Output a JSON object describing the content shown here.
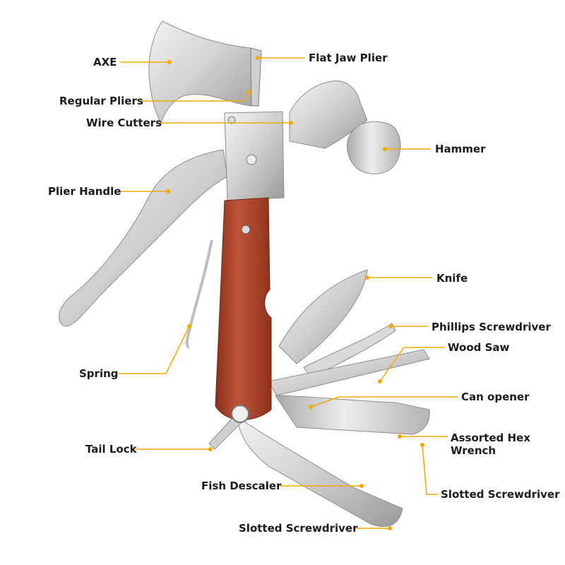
{
  "labels": {
    "axe": "AXE",
    "flat_jaw_plier": "Flat Jaw Plier",
    "regular_pliers": "Regular Pliers",
    "wire_cutters": "Wire Cutters",
    "hammer": "Hammer",
    "plier_handle": "Plier Handle",
    "knife": "Knife",
    "phillips_screwdriver": "Phillips Screwdriver",
    "wood_saw": "Wood Saw",
    "spring": "Spring",
    "can_opener": "Can opener",
    "assorted_hex_wrench_line1": "Assorted Hex",
    "assorted_hex_wrench_line2": "Wrench",
    "tail_lock": "Tail Lock",
    "slotted_screwdriver_right": "Slotted Screwdriver",
    "fish_descaler": "Fish Descaler",
    "slotted_screwdriver_bottom": "Slotted Screwdriver"
  },
  "colors": {
    "leader_line": "#f2a900",
    "label_text": "#1b1b1b",
    "steel_light": "#e6e6e6",
    "steel_dark": "#9a9a9a",
    "wood": "#b5482c",
    "wood_dark": "#7c2a17"
  }
}
